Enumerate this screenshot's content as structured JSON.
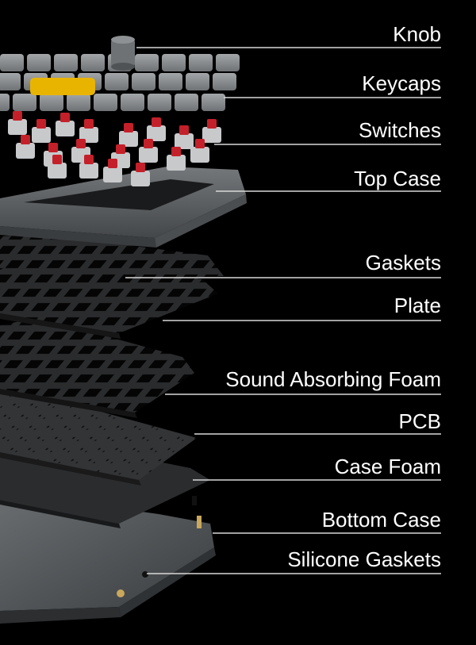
{
  "diagram": {
    "title": "",
    "background": "#000000",
    "accent_colors": {
      "switch_red": "#c4202a",
      "yellow_key": "#e8b400",
      "case_gray": "#5c5f62",
      "keycap_gray": "#8e9193"
    },
    "layers": [
      {
        "key": "knob",
        "label": "Knob"
      },
      {
        "key": "keycaps",
        "label": "Keycaps"
      },
      {
        "key": "switches",
        "label": "Switches"
      },
      {
        "key": "top-case",
        "label": "Top Case"
      },
      {
        "key": "gaskets",
        "label": "Gaskets"
      },
      {
        "key": "plate",
        "label": "Plate"
      },
      {
        "key": "sound-absorbing-foam",
        "label": "Sound Absorbing Foam"
      },
      {
        "key": "pcb",
        "label": "PCB"
      },
      {
        "key": "case-foam",
        "label": "Case Foam"
      },
      {
        "key": "bottom-case",
        "label": "Bottom Case"
      },
      {
        "key": "silicone-gaskets",
        "label": "Silicone Gaskets"
      }
    ]
  }
}
